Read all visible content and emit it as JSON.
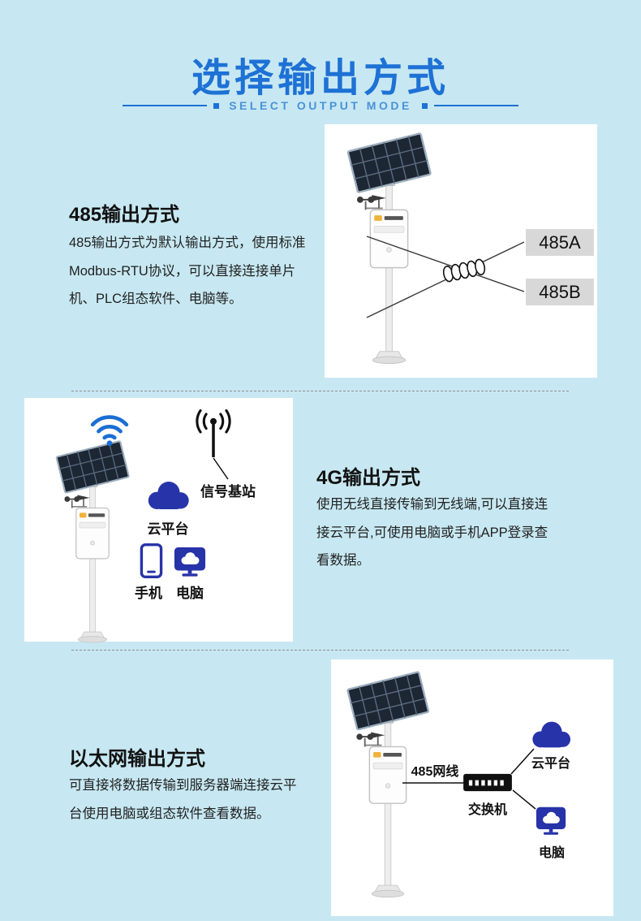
{
  "page": {
    "title": "选择输出方式",
    "subtitle": "SELECT OUTPUT MODE"
  },
  "section_485": {
    "heading": "485输出方式",
    "body": "485输出方式为默认输出方式，使用标准Modbus-RTU协议，可以直接连接单片机、PLC组态软件、电脑等。",
    "label_485a": "485A",
    "label_485b": "485B"
  },
  "section_4g": {
    "heading": "4G输出方式",
    "body": "使用无线直接传输到无线端,可以直接连接云平台,可使用电脑或手机APP登录查看数据。",
    "label_base_station": "信号基站",
    "label_cloud": "云平台",
    "label_phone": "手机",
    "label_computer": "电脑"
  },
  "section_ethernet": {
    "heading": "以太网输出方式",
    "body": "可直接将数据传输到服务器端连接云平台使用电脑或组态软件查看数据。",
    "label_cable": "485网线",
    "label_switch": "交换机",
    "label_cloud": "云平台",
    "label_computer": "电脑"
  },
  "colors": {
    "background": "#c7e8f2",
    "accent_blue": "#1e71d5",
    "subtitle_blue": "#4a92d8",
    "icon_blue": "#2733a8",
    "tag_gray": "#d8d8d8"
  }
}
